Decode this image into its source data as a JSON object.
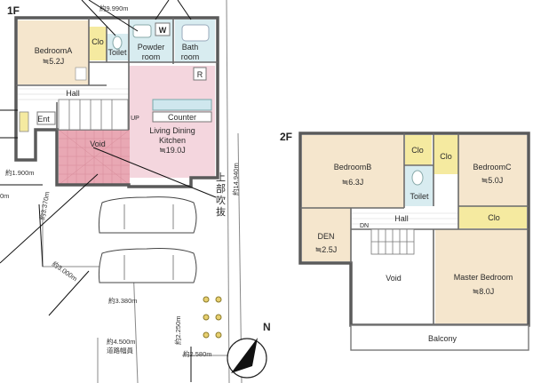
{
  "floor1": {
    "label": "1F",
    "rooms": {
      "bedroom_a": {
        "name": "BedroomA",
        "size": "≒5.2J"
      },
      "clo": "Clo",
      "toilet": "Toilet",
      "powder_room": [
        "Powder",
        "room"
      ],
      "w": "W",
      "bath_room": [
        "Bath",
        "room"
      ],
      "r": "R",
      "hall": "Hall",
      "up": "UP",
      "ent": "Ent",
      "counter": "Counter",
      "ldk": [
        "Living Dining",
        "Kitchen",
        "≒19.0J"
      ],
      "void": "Void"
    },
    "upper_void_note": [
      "上",
      "部",
      "吹",
      "抜"
    ],
    "dimensions": {
      "top_width": "約9.990m",
      "depth": "約14.940m",
      "left_1": "約1.900m",
      "left_2": "0m",
      "left_3": "約3.370m",
      "bottom_1": "約3.380m",
      "road_1": "約4.500m",
      "road_2": "道路幅員",
      "right_1": "約2.250m",
      "right_2": "約2.580m",
      "diag": "約3.000m"
    },
    "compass": "N"
  },
  "floor2": {
    "label": "2F",
    "rooms": {
      "bedroom_b": {
        "name": "BedroomB",
        "size": "≒6.3J"
      },
      "clo_1": "Clo",
      "clo_2": "Clo",
      "clo_3": "Clo",
      "toilet": "Toilet",
      "bedroom_c": {
        "name": "BedroomC",
        "size": "≒5.0J"
      },
      "hall": "Hall",
      "den": {
        "name": "DEN",
        "size": "≒2.5J"
      },
      "dn": "DN",
      "void": "Void",
      "master": {
        "name": "Master Bedroom",
        "size": "≒8.0J"
      },
      "balcony": "Balcony"
    }
  },
  "colors": {
    "bedroom": "#f5e6cd",
    "wet_area": "#d8ecf0",
    "closet": "#f5eaa0",
    "ldk": "#f4d6de",
    "void_tile": "#e9a8b4",
    "site_line": "#888888",
    "upper_void_text": "#2a8cc8"
  }
}
